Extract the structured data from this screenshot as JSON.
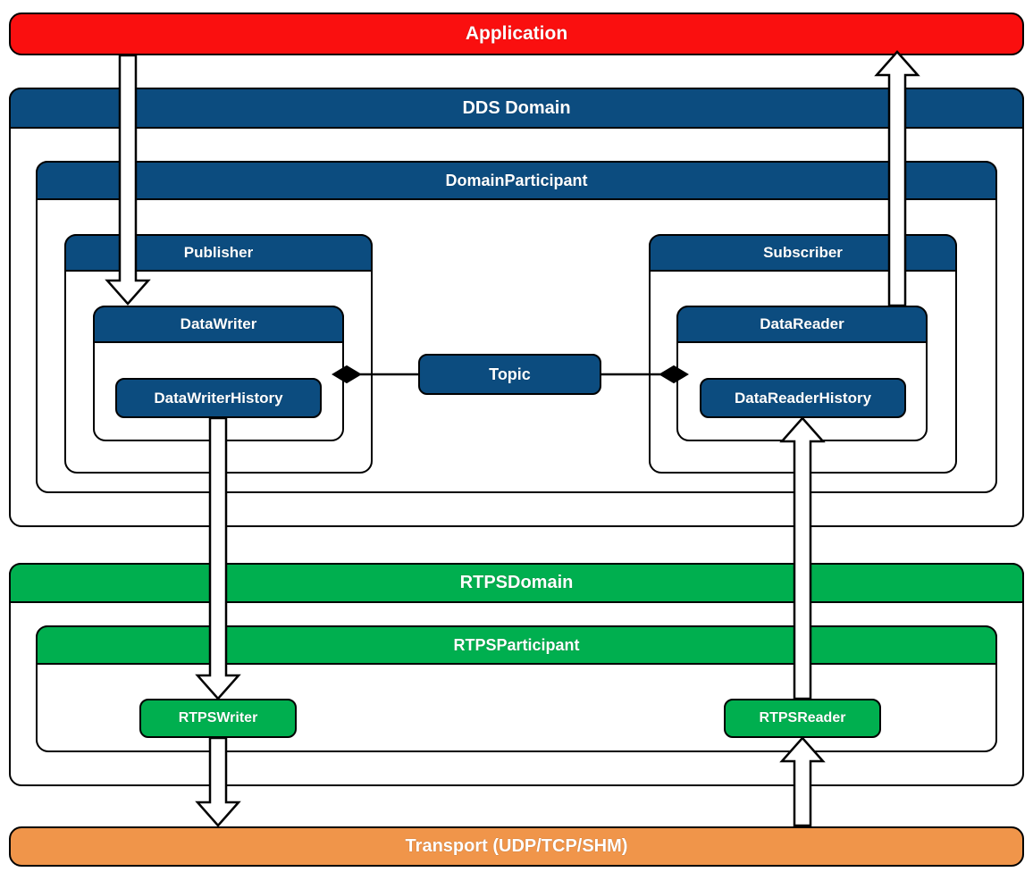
{
  "diagram": {
    "title": "DDS / RTPS layered architecture",
    "colors": {
      "application": "#FA0F0F",
      "dds": "#0C4C7F",
      "rtps": "#00AF4F",
      "transport": "#F0954A",
      "outline": "#000000",
      "surface": "#FFFFFF"
    }
  },
  "layers": {
    "application": {
      "label": "Application"
    },
    "dds_domain": {
      "label": "DDS Domain"
    },
    "domain_participant": {
      "label": "DomainParticipant"
    },
    "publisher": {
      "label": "Publisher"
    },
    "subscriber": {
      "label": "Subscriber"
    },
    "data_writer": {
      "label": "DataWriter"
    },
    "data_reader": {
      "label": "DataReader"
    },
    "data_writer_history": {
      "label": "DataWriterHistory"
    },
    "data_reader_history": {
      "label": "DataReaderHistory"
    },
    "topic": {
      "label": "Topic"
    },
    "rtps_domain": {
      "label": "RTPSDomain"
    },
    "rtps_participant": {
      "label": "RTPSParticipant"
    },
    "rtps_writer": {
      "label": "RTPSWriter"
    },
    "rtps_reader": {
      "label": "RTPSReader"
    },
    "transport": {
      "label": "Transport (UDP/TCP/SHM)"
    }
  },
  "connectors": [
    {
      "name": "application-to-datawriter",
      "kind": "block-arrow",
      "direction": "down",
      "from": "Application",
      "to": "DataWriter"
    },
    {
      "name": "datareader-to-application",
      "kind": "block-arrow",
      "direction": "up",
      "from": "DataReader",
      "to": "Application"
    },
    {
      "name": "datawriterhistory-to-rtpswriter",
      "kind": "block-arrow",
      "direction": "down",
      "from": "DataWriterHistory",
      "to": "RTPSWriter"
    },
    {
      "name": "rtpswriter-to-transport",
      "kind": "block-arrow",
      "direction": "down",
      "from": "RTPSWriter",
      "to": "Transport (UDP/TCP/SHM)"
    },
    {
      "name": "transport-to-rtpsreader",
      "kind": "block-arrow",
      "direction": "up",
      "from": "Transport (UDP/TCP/SHM)",
      "to": "RTPSReader"
    },
    {
      "name": "rtpsreader-to-datareaderhistory",
      "kind": "block-arrow",
      "direction": "up",
      "from": "RTPSReader",
      "to": "DataReaderHistory"
    },
    {
      "name": "datawriter-topic-composition",
      "kind": "composition-diamond",
      "from": "DataWriter",
      "to": "Topic"
    },
    {
      "name": "datareader-topic-composition",
      "kind": "composition-diamond",
      "from": "DataReader",
      "to": "Topic"
    }
  ]
}
